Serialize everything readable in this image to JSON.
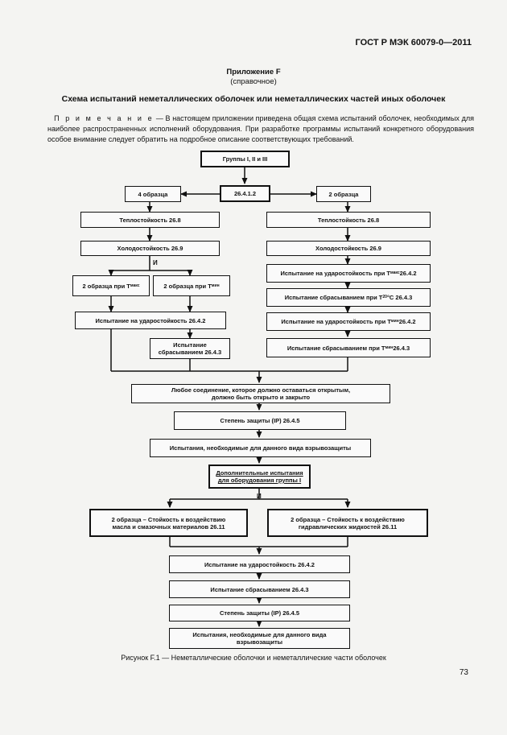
{
  "header": {
    "standard": "ГОСТ Р МЭК 60079-0—2011"
  },
  "appendix": {
    "title": "Приложение F",
    "subtitle": "(справочное)"
  },
  "section_title": "Схема испытаний  неметаллических оболочек или неметаллических частей иных оболочек",
  "note": {
    "lead": "П р и м е ч а н и е",
    "text": " — В настоящем приложении приведена общая схема испытаний оболочек, необходимых для наиболее распространенных  исполнений оборудования. При разработке программы испытаний конкретного оборудования особое внимание следует обратить на подробное описание соответствующих требований."
  },
  "flow": {
    "groups": "Группы I, II и III",
    "clause": "26.4.1.2",
    "left_samples": "4 образца",
    "right_samples": "2 образца",
    "heat_left": "Теплостойкость 26.8",
    "heat_right": "Теплостойкость 26.8",
    "cold_left": "Холодостойкость 26.9",
    "cold_right": "Холодостойкость 26.9",
    "and_1": "И",
    "two_max": "2 образца при T",
    "two_max_sub": "макс",
    "two_min": "2 образца при T",
    "two_min_sub": "мин",
    "impact_left": "Испытание на ударостойкость 26.4.2",
    "drop_left_1": "Испытание",
    "drop_left_2": "сбрасыванием 26.4.3",
    "impact_right_min": "Испытание на ударостойкость при T",
    "impact_right_min_sub": "макс",
    "impact_right_min_tail": " 26.4.2",
    "drop_right_20": "Испытание сбрасыванием при T",
    "drop_right_20_sub": "20",
    "drop_right_20_tail": " °С 26.4.3",
    "impact_right_max": "Испытание на ударостойкость при T",
    "impact_right_max_sub": "мин",
    "impact_right_max_tail": " 26.4.2",
    "drop_right_max": "Испытание сбрасыванием при T",
    "drop_right_max_sub": "мин",
    "drop_right_max_tail": " 26.4.3",
    "joint_1": "Любое соединение, которое должно оставаться открытым,",
    "joint_2": "должно быть открыто и закрыто",
    "ip_1": "Степень защиты (IP) 26.4.5",
    "exproof": "Испытания, необходимые для данного вида взрывозащиты",
    "extra_1": "Дополнительные испытания",
    "extra_2": "для оборудования группы I",
    "and_2": "И",
    "oil_1": "2 образца – Стойкость к воздействию",
    "oil_2": "масла и смазочных материалов 26.11",
    "hydr_1": "2 образца – Стойкость к воздействию",
    "hydr_2": "гидравлических жидкостей 26.11",
    "impact_final": "Испытание на ударостойкость 26.4.2",
    "drop_final": "Испытание сбрасыванием 26.4.3",
    "ip_2": "Степень защиты (IP) 26.4.5",
    "final_1": "Испытания, необходимые для данного вида",
    "final_2": "взрывозащиты"
  },
  "caption": "Рисунок  F.1 — Неметаллические оболочки и неметаллические части оболочек",
  "page_number": "73"
}
